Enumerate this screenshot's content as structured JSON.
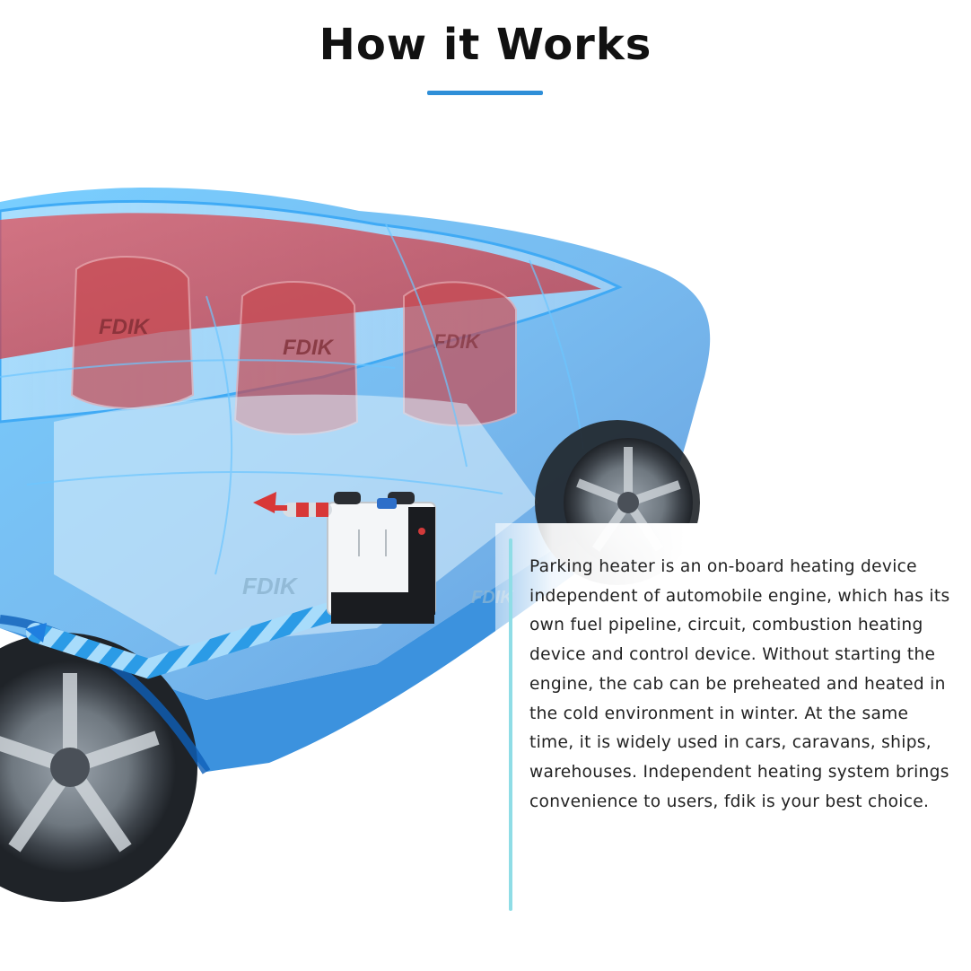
{
  "heading": {
    "title": "How it Works"
  },
  "colors": {
    "accent": "#2f8fd8",
    "text_bar": "#8fdde6",
    "car_body": "#1f9cf0",
    "interior_red": "#d8444e",
    "fuel_line": "#5ab8ee"
  },
  "illustration": {
    "brand_marks": [
      "FDIK",
      "FDIK",
      "FDIK",
      "FDIK",
      "FDIK"
    ]
  },
  "description": {
    "text": "Parking heater is an on-board heating device independent of automobile engine, which has its own fuel pipeline, circuit, combustion heating device and control device. Without starting the engine, the cab can be preheated and heated in the cold environment in winter. At the same time, it is widely used in cars, caravans, ships, warehouses. Independent heating system brings convenience to users, fdik is your best choice."
  }
}
